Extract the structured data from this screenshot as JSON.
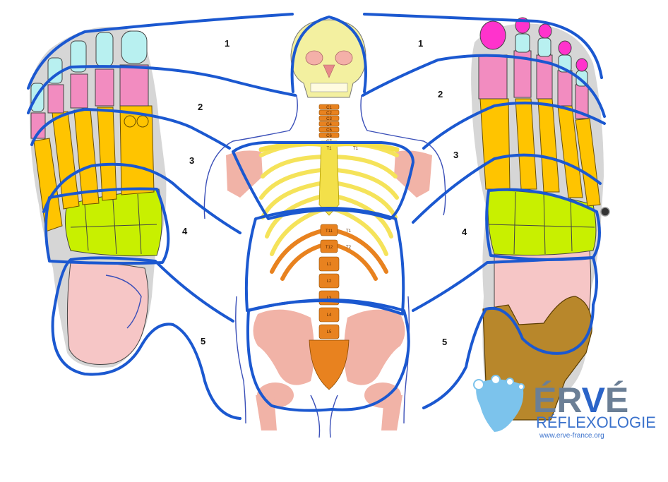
{
  "zones": {
    "left": [
      "1",
      "2",
      "3",
      "4",
      "5"
    ],
    "right": [
      "1",
      "2",
      "3",
      "4",
      "5"
    ]
  },
  "vertebrae": {
    "cervical": [
      "C1",
      "C2",
      "C3",
      "C4",
      "C5",
      "C6",
      "C7"
    ],
    "thoracic": [
      "T1",
      "T11",
      "T12"
    ],
    "thoracic_side": [
      "T1",
      "T1",
      "T2"
    ],
    "lumbar": [
      "L1",
      "L2",
      "L3",
      "L4",
      "L5"
    ]
  },
  "logo": {
    "name_main": "ÉR",
    "name_accent": "V",
    "name_end": "É",
    "subtitle": "RÉFLEXOLOGIE",
    "url": "www.erve-france.org"
  },
  "colors": {
    "zone_line": "#1b58d0",
    "toe_tip": "#ff33cc",
    "toe_light": "#b8f0f0",
    "phalanx": "#f28cc0",
    "metatarsal": "#ffc400",
    "tarsal": "#c8f000",
    "heel": "#f6c6c6",
    "skull": "#f3f0a0",
    "ribs": "#f5e35a",
    "spine": "#e8821f",
    "pelvis": "#f1b3a7"
  }
}
